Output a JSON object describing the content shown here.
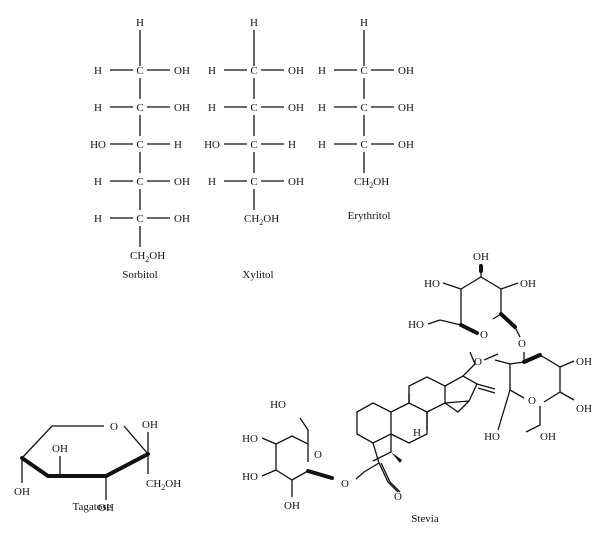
{
  "atoms": {
    "h": "H",
    "c": "C",
    "oh": "OH",
    "ho": "HO",
    "o": "O",
    "ch2oh_ch": "CH",
    "ch2oh_sub": "2",
    "ch2oh_oh": "OH",
    "ho_plain": "HO"
  },
  "labels": {
    "sorbitol": "Sorbitol",
    "xylitol": "Xylitol",
    "erythritol": "Erythritol",
    "tagatose": "Tagatose",
    "stevia": "Stevia"
  },
  "colors": {
    "ink": "#111111",
    "background": "#ffffff"
  }
}
